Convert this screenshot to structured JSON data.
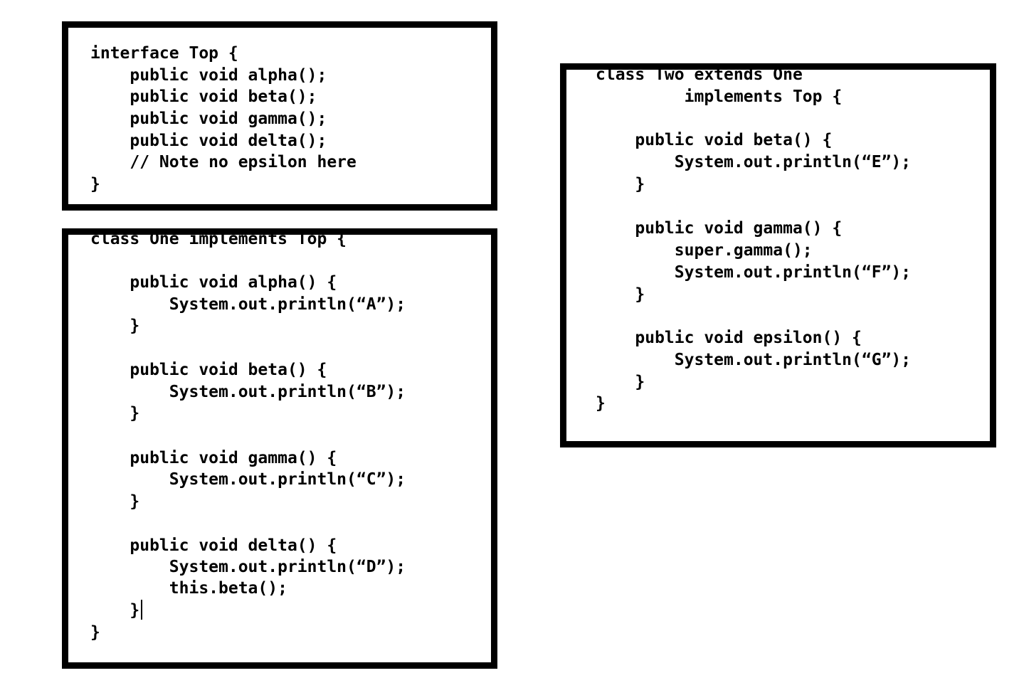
{
  "snippets": {
    "top": {
      "lines": [
        "interface Top {",
        "    public void alpha();",
        "    public void beta();",
        "    public void gamma();",
        "    public void delta();",
        "    // Note no epsilon here",
        "}"
      ]
    },
    "one": {
      "lines": [
        "class One implements Top {",
        "",
        "    public void alpha() {",
        "        System.out.println(“A”);",
        "    }",
        "",
        "    public void beta() {",
        "        System.out.println(“B”);",
        "    }",
        "",
        "    public void gamma() {",
        "        System.out.println(“C”);",
        "    }",
        "",
        "    public void delta() {",
        "        System.out.println(“D”);",
        "        this.beta();",
        "    }",
        "}"
      ]
    },
    "two": {
      "lines": [
        "class Two extends One",
        "         implements Top {",
        "",
        "    public void beta() {",
        "        System.out.println(“E”);",
        "    }",
        "",
        "    public void gamma() {",
        "        super.gamma();",
        "        System.out.println(“F”);",
        "    }",
        "",
        "    public void epsilon() {",
        "        System.out.println(“G”);",
        "    }",
        "}"
      ]
    }
  }
}
